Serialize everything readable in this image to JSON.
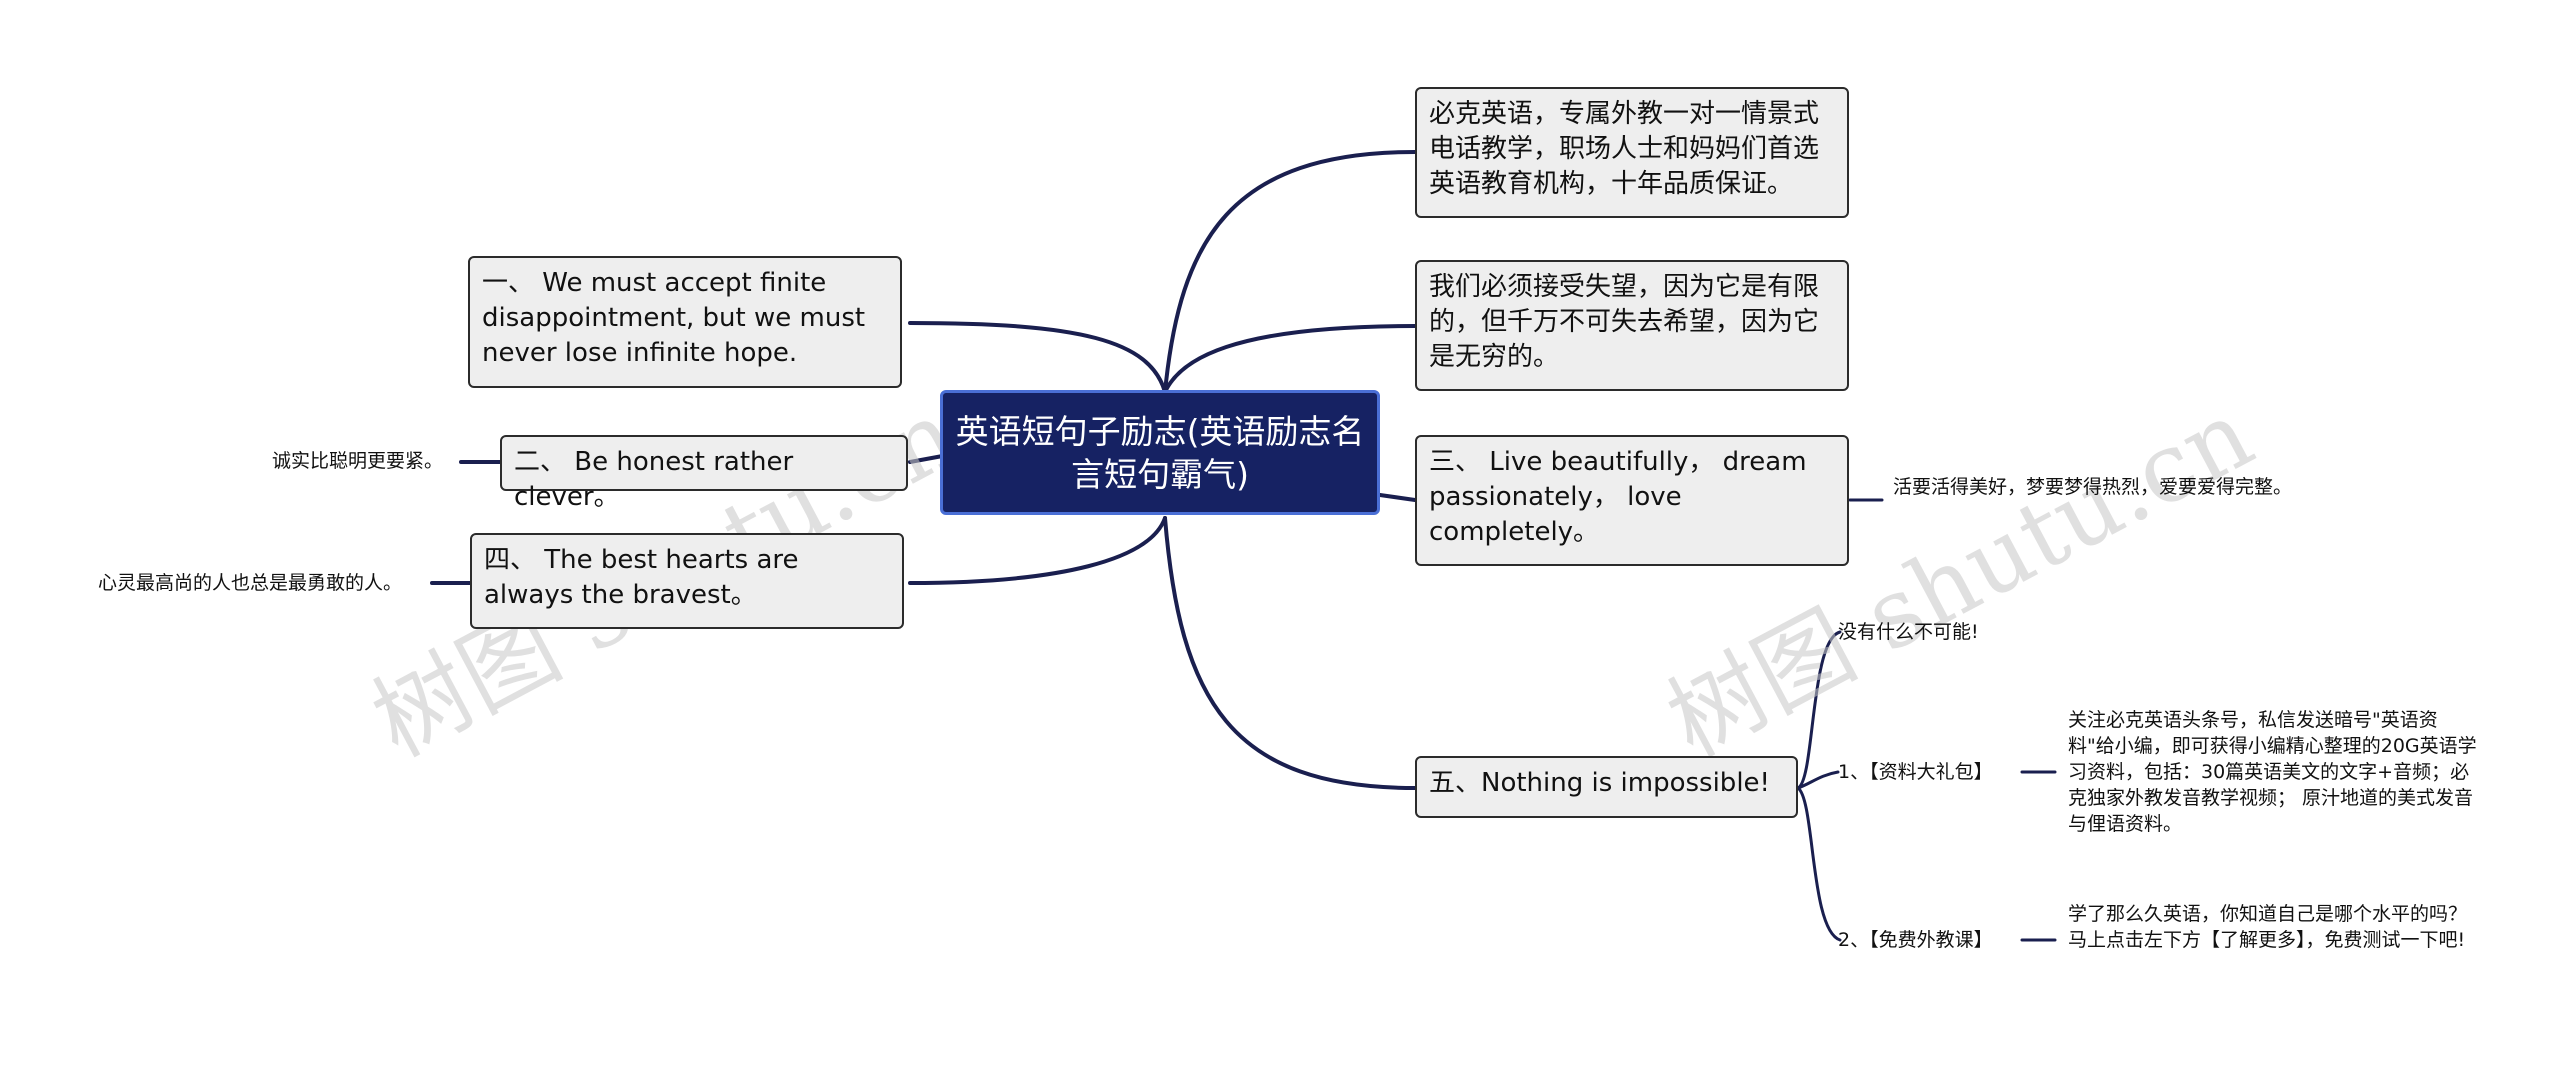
{
  "root": "英语短句子励志(英语励志名言短句霸气)",
  "left": [
    {
      "text": "一、 We must accept finite disappointment, but we must never lose infinite hope."
    },
    {
      "text": "二、 Be honest rather clever。",
      "leaf": "诚实比聪明更要紧。"
    },
    {
      "text": "四、 The best hearts are always the bravest。",
      "leaf": "心灵最高尚的人也总是最勇敢的人。"
    }
  ],
  "right": [
    {
      "text": "必克英语，专属外教一对一情景式电话教学，职场人士和妈妈们首选英语教育机构，十年品质保证。"
    },
    {
      "text": "我们必须接受失望，因为它是有限的，但千万不可失去希望，因为它是无穷的。"
    },
    {
      "text": "三、 Live beautifully， dream passionately， love completely。",
      "leaf": "活要活得美好，梦要梦得热烈，爱要爱得完整。"
    },
    {
      "text": "五、Nothing is impossible!",
      "children": [
        {
          "label": "没有什么不可能!"
        },
        {
          "label": "1、【资料大礼包】",
          "detail": "关注必克英语头条号，私信发送暗号\"英语资料\"给小编，即可获得小编精心整理的20G英语学习资料，包括：30篇英语美文的文字+音频；必克独家外教发音教学视频； 原汁地道的美式发音与俚语资料。"
        },
        {
          "label": "2、【免费外教课】",
          "detail": "学了那么久英语，你知道自己是哪个水平的吗？ 马上点击左下方【了解更多】，免费测试一下吧!"
        }
      ]
    }
  ],
  "watermark": "树图 shutu.cn",
  "colors": {
    "line": "#1a1f4f",
    "center_fill": "#162263",
    "center_border": "#4a6fd6",
    "node_fill": "#eeeeee"
  }
}
